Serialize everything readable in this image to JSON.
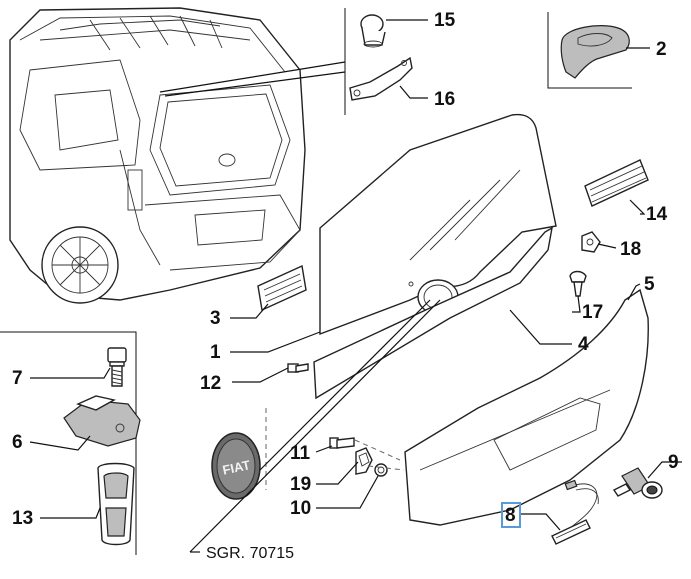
{
  "labels": {
    "p1": "1",
    "p2": "2",
    "p3": "3",
    "p4": "4",
    "p5": "5",
    "p6": "6",
    "p7": "7",
    "p8": "8",
    "p9": "9",
    "p10": "10",
    "p11": "11",
    "p12": "12",
    "p13": "13",
    "p14": "14",
    "p15": "15",
    "p16": "16",
    "p17": "17",
    "p18": "18",
    "p19": "19"
  },
  "reference": "SGR. 70715",
  "logo_text": "FIAT",
  "highlight_color": "#5b9bd5"
}
